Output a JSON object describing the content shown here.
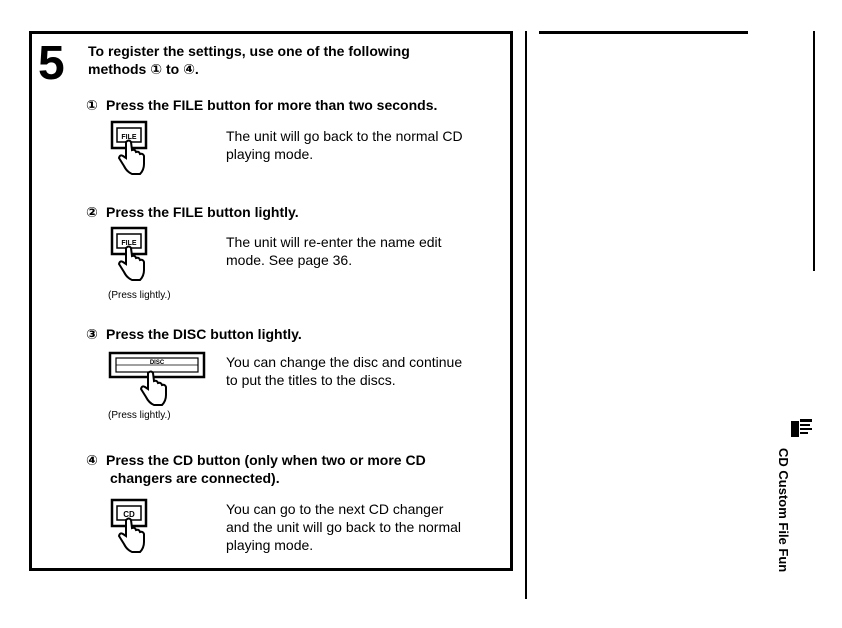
{
  "step": {
    "number": "5",
    "intro_line1": "To register the settings, use one of the following",
    "intro_line2": "methods ① to ④."
  },
  "methods": [
    {
      "marker": "①",
      "heading": "Press the FILE button for more than two seconds.",
      "button_label": "FILE",
      "desc_line1": "The unit will go back to the normal CD",
      "desc_line2": "playing mode.",
      "caption": ""
    },
    {
      "marker": "②",
      "heading": "Press the FILE button lightly.",
      "button_label": "FILE",
      "desc_line1": "The unit will re-enter the name edit",
      "desc_line2": "mode. See page 36.",
      "caption": "(Press lightly.)"
    },
    {
      "marker": "③",
      "heading": "Press the DISC button lightly.",
      "button_label": "DISC",
      "desc_line1": "You can change the disc and continue",
      "desc_line2": "to put the titles to the discs.",
      "caption": "(Press lightly.)"
    },
    {
      "marker": "④",
      "heading_line1": "Press the CD button (only when two or more CD",
      "heading_line2": "changers are connected).",
      "button_label": "CD",
      "desc_line1": "You can go to the next CD changer",
      "desc_line2": "and the unit will go back to the normal",
      "desc_line3": "playing mode.",
      "caption": ""
    }
  ],
  "side": {
    "section_title": "CD Custom File Fun",
    "icon": "cd-changer-icon"
  }
}
